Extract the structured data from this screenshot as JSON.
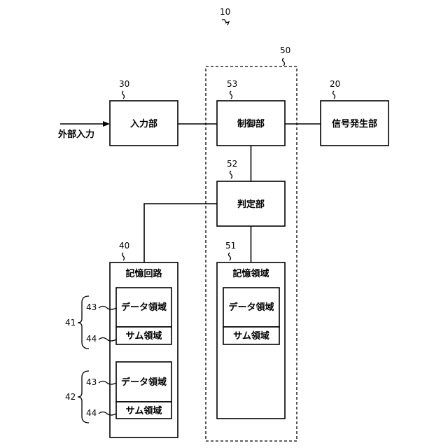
{
  "refs": {
    "device": "10",
    "signal_gen": "20",
    "input": "30",
    "memory_circuit": "40",
    "group1": "41",
    "group2": "42",
    "data_area": "43",
    "sum_area": "44",
    "ctrl_unit": "50",
    "memory_region": "51",
    "judge": "52",
    "control": "53"
  },
  "labels": {
    "external_input": "外部入力",
    "input_unit": "入力部",
    "control_unit": "制御部",
    "signal_generator": "信号発生部",
    "judgment_unit": "判定部",
    "memory_circuit": "記憶回路",
    "memory_region": "記憶領域",
    "data_area": "データ領域",
    "sum_area": "サム領域"
  }
}
